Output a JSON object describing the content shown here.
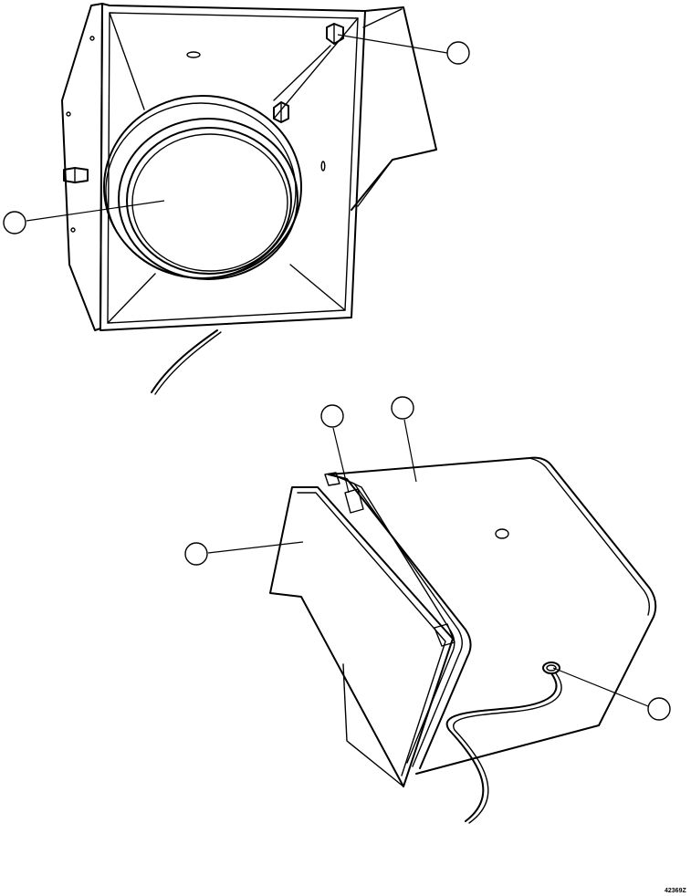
{
  "drawing": {
    "figure_code": "42369Z",
    "line_color": "#000000",
    "background": "#ffffff",
    "callouts": [
      {
        "id": "callout-1",
        "label": "",
        "points_to": "lens-face-upper"
      },
      {
        "id": "callout-2",
        "label": "",
        "points_to": "nut-upper"
      },
      {
        "id": "callout-3",
        "label": "",
        "points_to": "nut-lower"
      },
      {
        "id": "callout-4",
        "label": "",
        "points_to": "housing-back"
      },
      {
        "id": "callout-5",
        "label": "",
        "points_to": "lens-bezel-lower"
      },
      {
        "id": "callout-6",
        "label": "",
        "points_to": "wire-grommet"
      }
    ]
  }
}
